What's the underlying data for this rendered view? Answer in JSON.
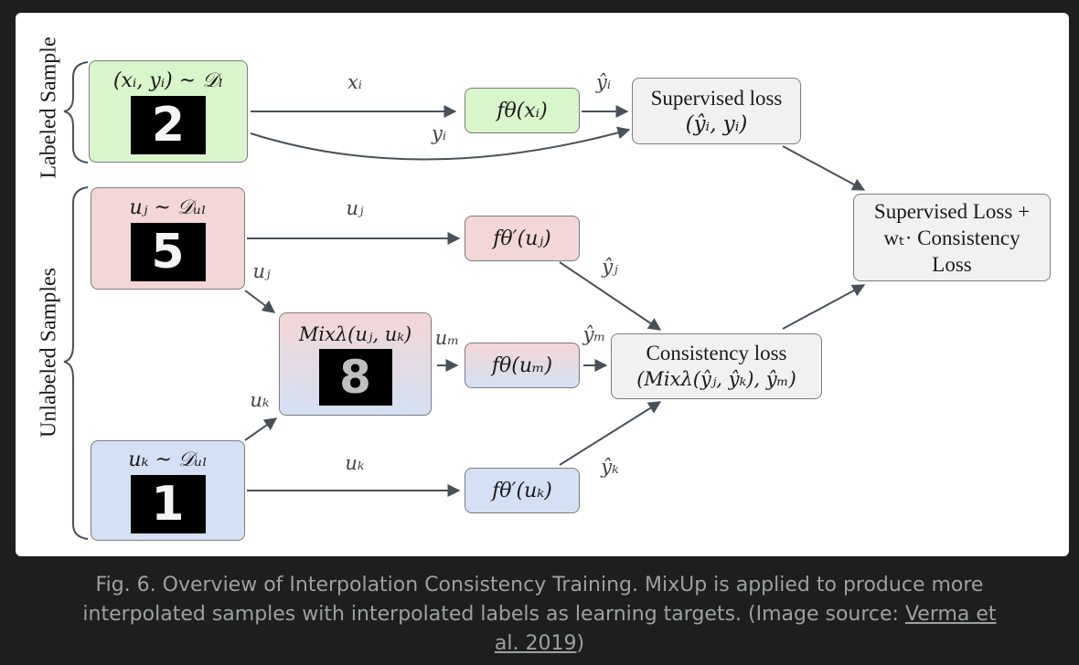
{
  "labels": {
    "labeled_sample": "Labeled Sample",
    "unlabeled_samples": "Unlabeled Samples"
  },
  "nodes": {
    "labeled_input": {
      "title": "(xᵢ, yᵢ) ~ 𝒟ₗ",
      "digit": "2"
    },
    "unlabeled_j": {
      "title": "uⱼ ~ 𝒟ᵤₗ",
      "digit": "5"
    },
    "unlabeled_k": {
      "title": "uₖ ~ 𝒟ᵤₗ",
      "digit": "1"
    },
    "mix": {
      "title": "Mixλ(uⱼ, uₖ)",
      "digit": "8"
    },
    "model_labeled": {
      "label": "fθ(xᵢ)"
    },
    "model_j": {
      "label": "fθ′(uⱼ)"
    },
    "model_mix": {
      "label": "fθ(uₘ)"
    },
    "model_k": {
      "label": "fθ′(uₖ)"
    },
    "supervised_loss": {
      "line1": "Supervised loss",
      "line2": "(ŷᵢ, yᵢ)"
    },
    "consistency_loss": {
      "line1": "Consistency loss",
      "line2": "(Mixλ(ŷⱼ, ŷₖ), ŷₘ)"
    },
    "total_loss": {
      "line1": "Supervised Loss +",
      "line2": "wₜ· Consistency",
      "line3": "Loss"
    }
  },
  "edges": {
    "x_i": "xᵢ",
    "y_i_top": "ŷᵢ",
    "y_i": "yᵢ",
    "u_j_top": "uⱼ",
    "u_j_side": "uⱼ",
    "y_j": "ŷⱼ",
    "u_m": "uₘ",
    "y_m": "ŷₘ",
    "u_k_side": "uₖ",
    "u_k_bottom": "uₖ",
    "y_k": "ŷₖ"
  },
  "caption": {
    "text": "Fig. 6. Overview of Interpolation Consistency Training. MixUp is applied to produce more interpolated samples with interpolated labels as learning targets. (Image source: ",
    "link": "Verma et al. 2019",
    "end": ")"
  }
}
